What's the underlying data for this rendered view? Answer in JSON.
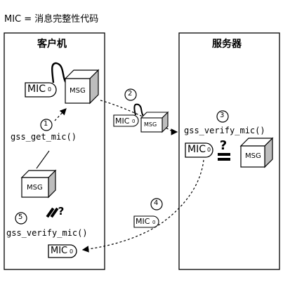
{
  "header": {
    "legend": "MIC = 消息完整性代码"
  },
  "client": {
    "title": "客户机"
  },
  "server": {
    "title": "服务器"
  },
  "steps": [
    {
      "num": "1",
      "call": "gss_get_mic()"
    },
    {
      "num": "2",
      "call": ""
    },
    {
      "num": "3",
      "call": "gss_verify_mic()"
    },
    {
      "num": "4",
      "call": ""
    },
    {
      "num": "5",
      "call": "gss_verify_mic()"
    }
  ],
  "tags": {
    "mic": "MIC",
    "mic_suffix": "0",
    "msg": "MSG"
  }
}
